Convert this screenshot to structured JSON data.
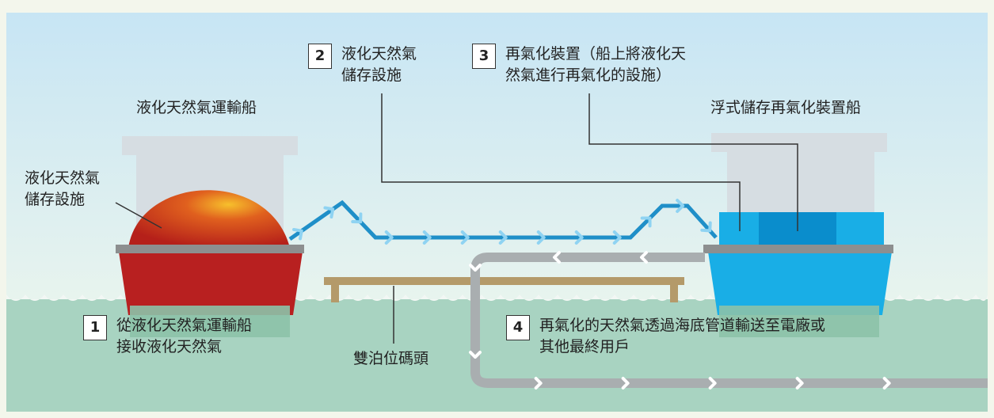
{
  "labels": {
    "lng_carrier": "液化天然氣運輸船",
    "fsru": "浮式儲存再氣化裝置船",
    "storage_left_line1": "液化天然氣",
    "storage_left_line2": "儲存設施",
    "jetty": "雙泊位碼頭"
  },
  "steps": [
    {
      "num": "1",
      "line1": "從液化天然氣運輸船",
      "line2": "接收液化天然氣"
    },
    {
      "num": "2",
      "line1": "液化天然氣",
      "line2": "儲存設施"
    },
    {
      "num": "3",
      "line1": "再氣化裝置（船上將液化天",
      "line2": "然氣進行再氣化的設施）"
    },
    {
      "num": "4",
      "line1": "再氣化的天然氣透過海底管道輸送至電廠或",
      "line2": "其他最終用戶"
    }
  ],
  "colors": {
    "sky": "#c9e6f3",
    "sea": "#a8d3c1",
    "carrier_hull": "#b82020",
    "fsru_hull": "#19aee6",
    "lng_pipe": "#1f8fc8",
    "gas_pipe": "#a9aeb0",
    "jetty": "#b49a6a"
  }
}
